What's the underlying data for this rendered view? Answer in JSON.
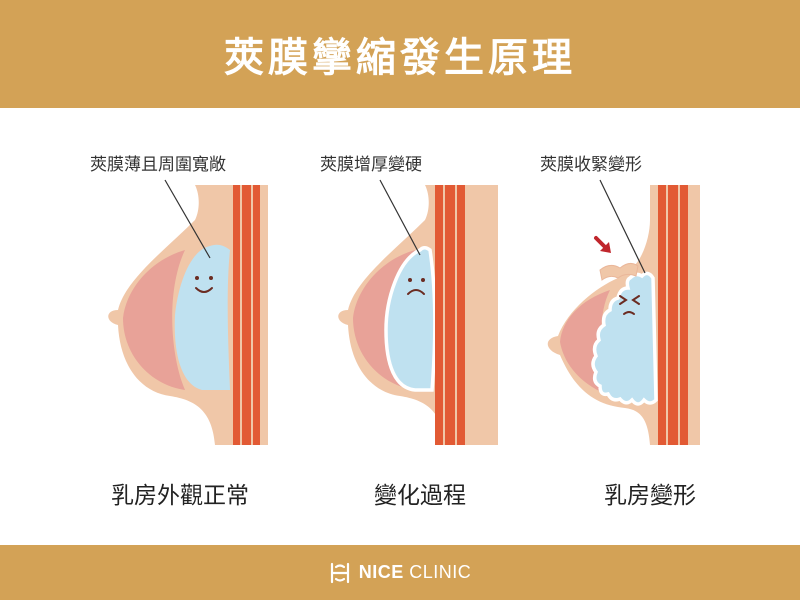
{
  "title": "莢膜攣縮發生原理",
  "panels": [
    {
      "label": "莢膜薄且周圍寬敞",
      "caption": "乳房外觀正常",
      "expression": "smile"
    },
    {
      "label": "莢膜增厚變硬",
      "caption": "變化過程",
      "expression": "frown"
    },
    {
      "label": "莢膜收緊變形",
      "caption": "乳房變形",
      "expression": "squint"
    }
  ],
  "footer": {
    "brand_bold": "NICE",
    "brand_rest": "CLINIC",
    "logo_icon": "clinic-logo-icon"
  },
  "colors": {
    "header_bg": "#D3A256",
    "skin": "#F0C7A8",
    "breast_tissue": "#E8A298",
    "muscle": "#E25A34",
    "implant": "#BFE1F0",
    "arrow": "#C0262C"
  }
}
